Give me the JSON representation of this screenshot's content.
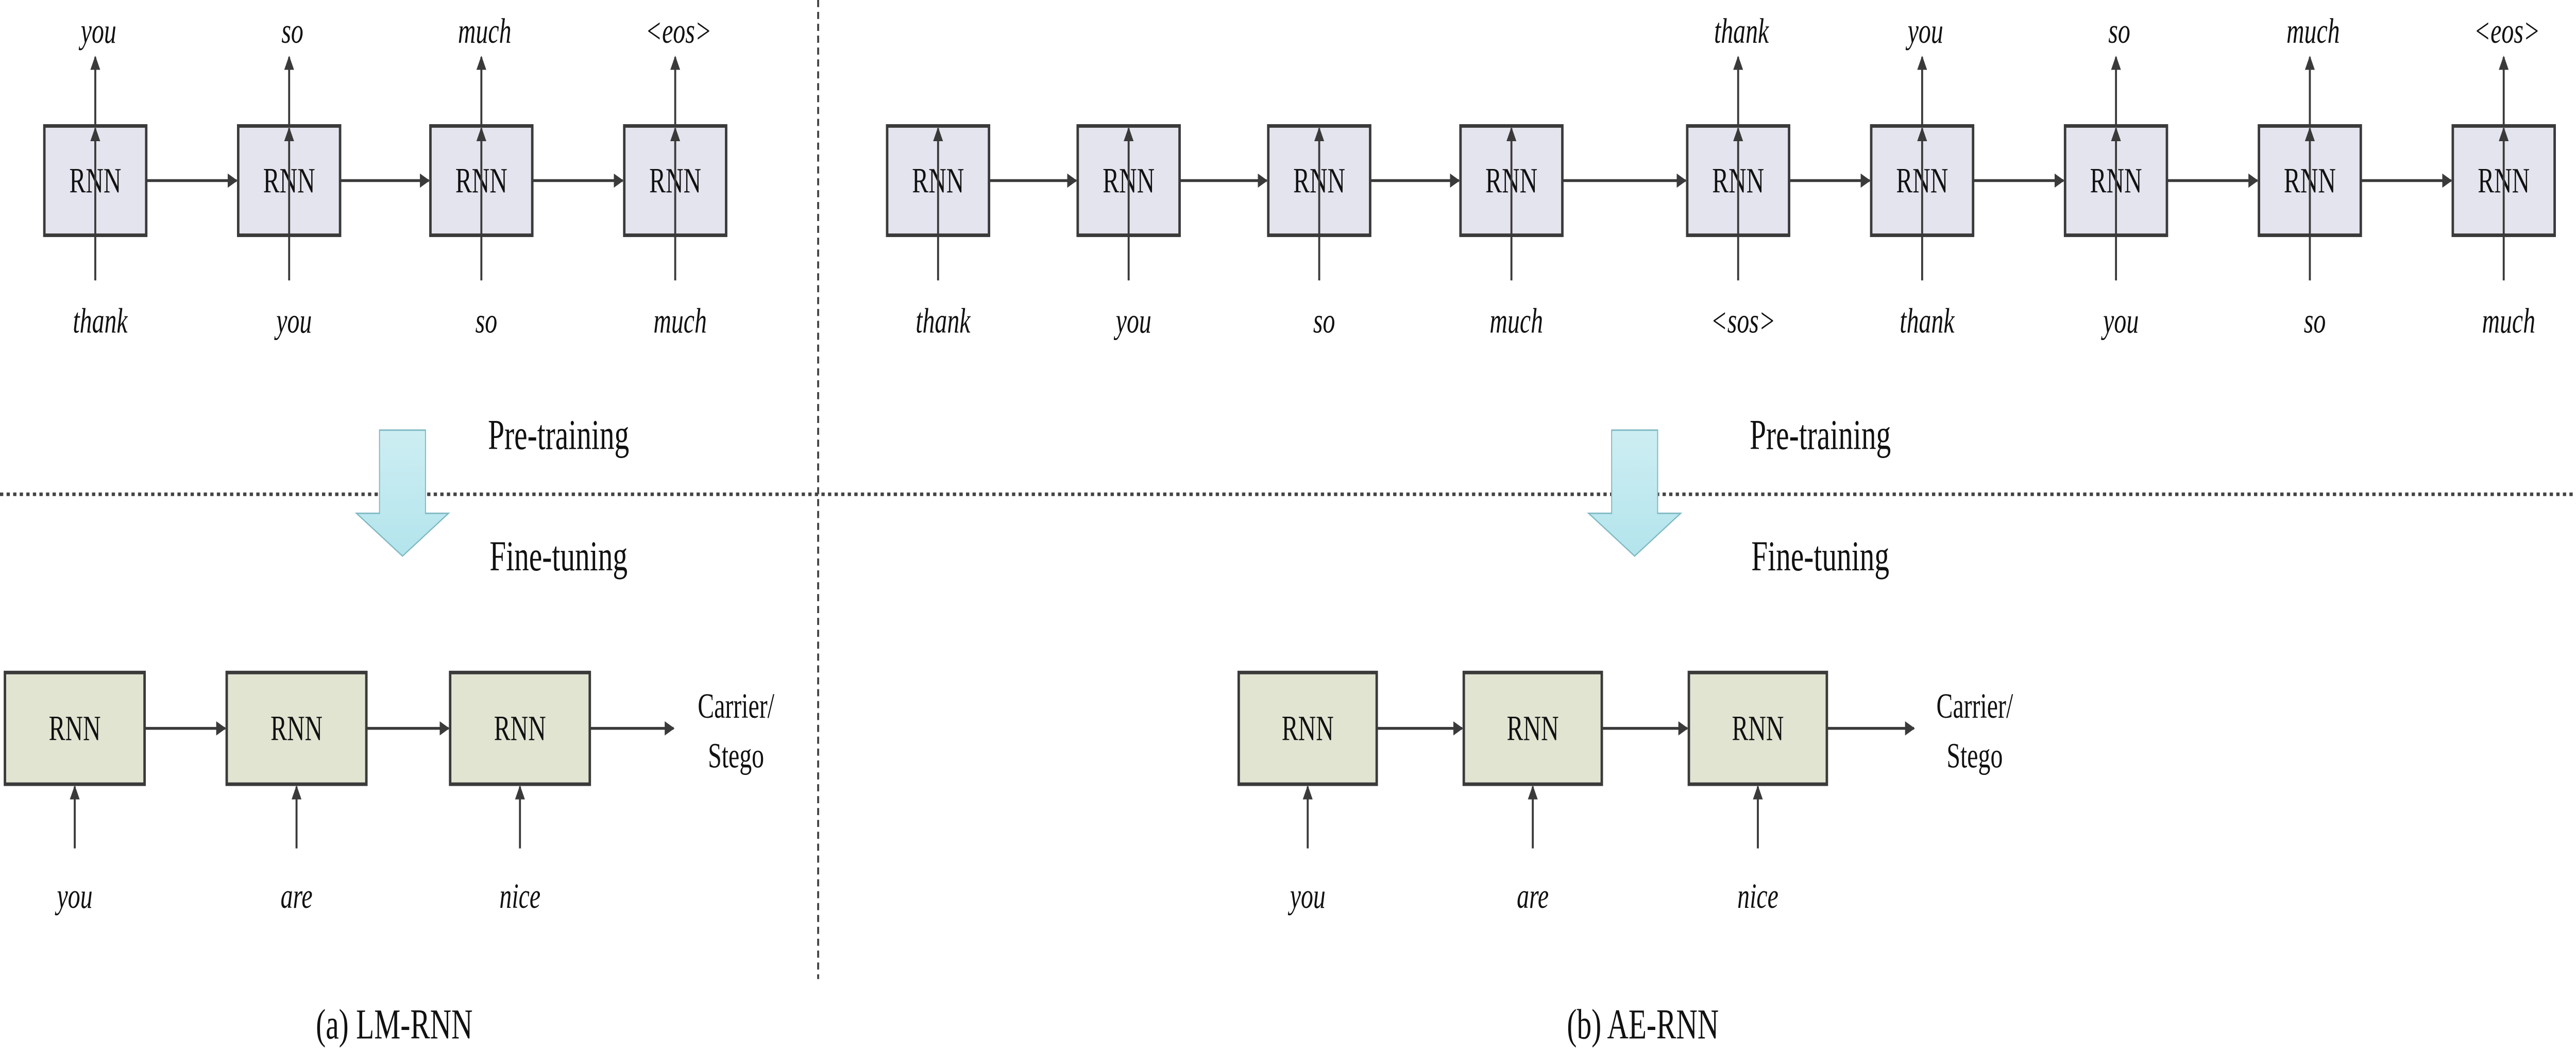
{
  "colors": {
    "pretrain_box": "#e4e4ee",
    "finetune_box": "#e1e4d1",
    "stroke": "#3a3a3a",
    "transfer_arrow": "#bfe9f0"
  },
  "panels": [
    {
      "caption": "(a) LM-RNN",
      "pretrain": {
        "label": "Pre-training",
        "cells": [
          {
            "text": "RNN",
            "input": "thank",
            "output": "you"
          },
          {
            "text": "RNN",
            "input": "you",
            "output": "so"
          },
          {
            "text": "RNN",
            "input": "so",
            "output": "much"
          },
          {
            "text": "RNN",
            "input": "much",
            "output": "<eos>"
          }
        ]
      },
      "finetune": {
        "label": "Fine-tuning",
        "cells": [
          {
            "text": "RNN",
            "input": "you"
          },
          {
            "text": "RNN",
            "input": "are"
          },
          {
            "text": "RNN",
            "input": "nice"
          }
        ],
        "output_line1": "Carrier/",
        "output_line2": "Stego"
      }
    },
    {
      "caption": "(b) AE-RNN",
      "pretrain": {
        "label": "Pre-training",
        "cells": [
          {
            "text": "RNN",
            "input": "thank"
          },
          {
            "text": "RNN",
            "input": "you"
          },
          {
            "text": "RNN",
            "input": "so"
          },
          {
            "text": "RNN",
            "input": "much"
          },
          {
            "text": "RNN",
            "input": "<sos>",
            "output": "thank"
          },
          {
            "text": "RNN",
            "input": "thank",
            "output": "you"
          },
          {
            "text": "RNN",
            "input": "you",
            "output": "so"
          },
          {
            "text": "RNN",
            "input": "so",
            "output": "much"
          },
          {
            "text": "RNN",
            "input": "much",
            "output": "<eos>"
          }
        ]
      },
      "finetune": {
        "label": "Fine-tuning",
        "cells": [
          {
            "text": "RNN",
            "input": "you"
          },
          {
            "text": "RNN",
            "input": "are"
          },
          {
            "text": "RNN",
            "input": "nice"
          }
        ],
        "output_line1": "Carrier/",
        "output_line2": "Stego"
      }
    }
  ]
}
